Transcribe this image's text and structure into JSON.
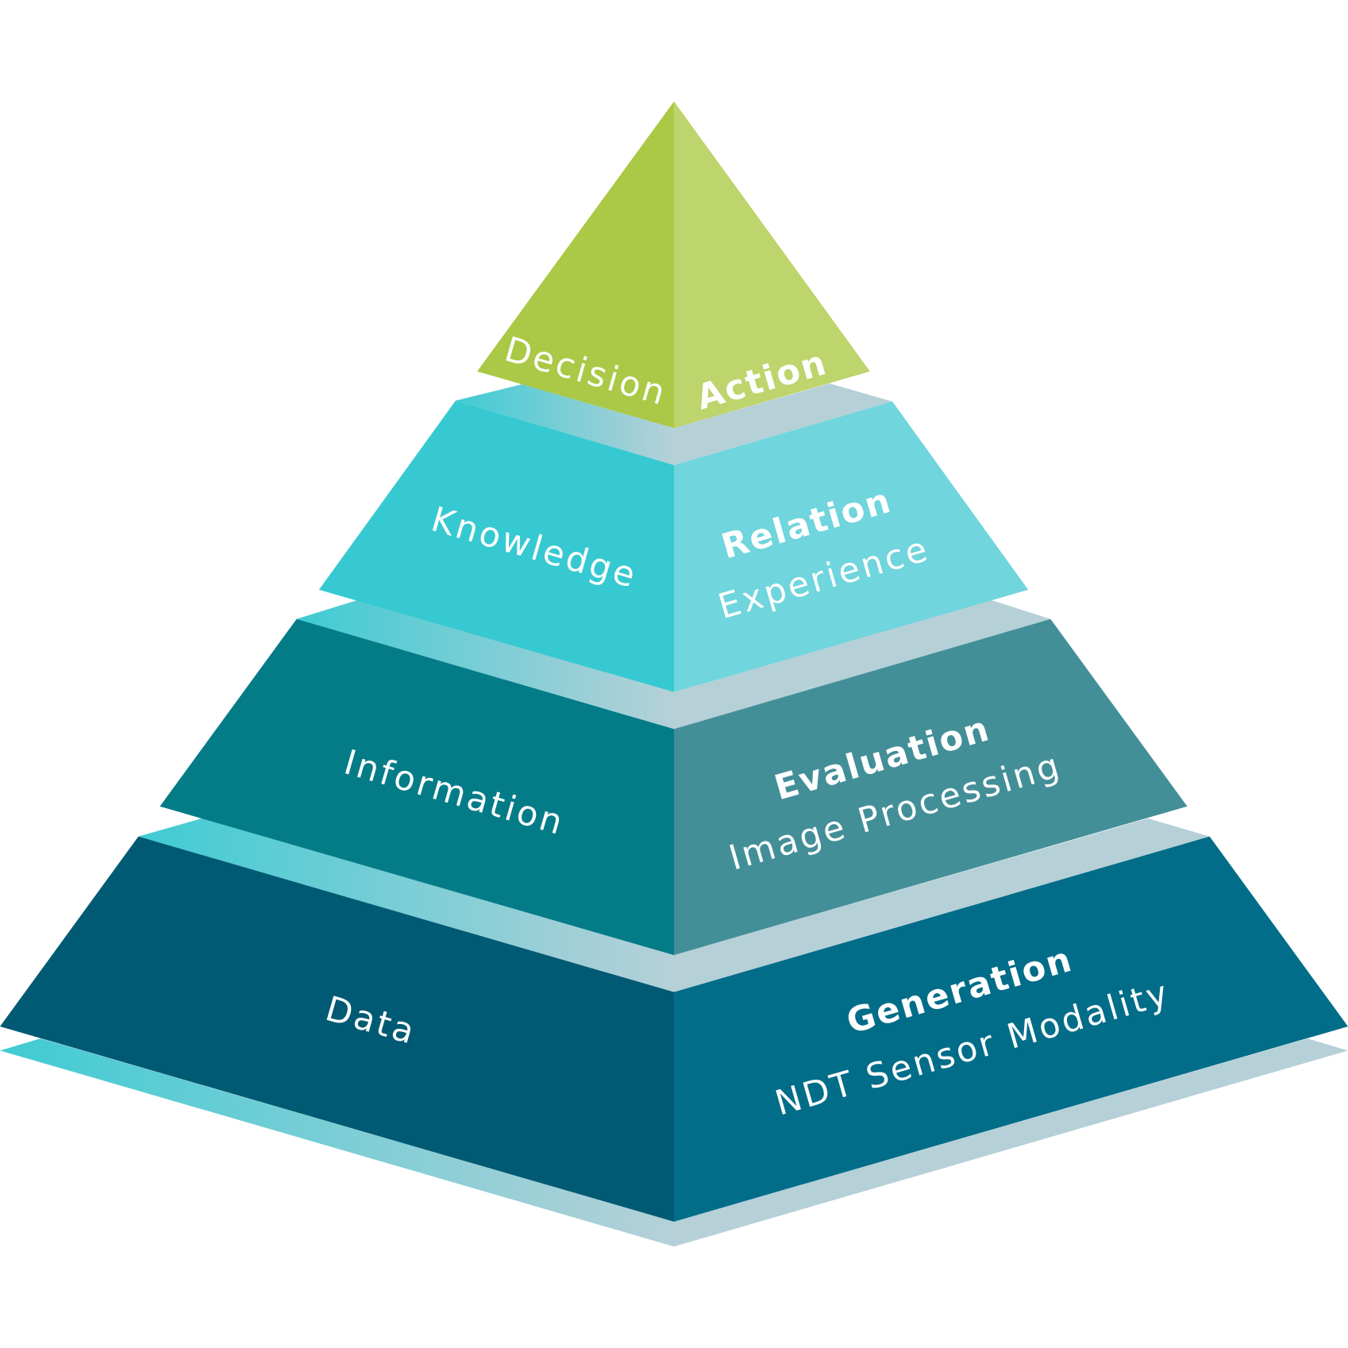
{
  "pyramid": {
    "levels": [
      {
        "left": "Decision",
        "right_bold": "Action",
        "right_sub": ""
      },
      {
        "left": "Knowledge",
        "right_bold": "Relation",
        "right_sub": "Experience"
      },
      {
        "left": "Information",
        "right_bold": "Evaluation",
        "right_sub": "Image Processing"
      },
      {
        "left": "Data",
        "right_bold": "Generation",
        "right_sub": "NDT Sensor Modality"
      }
    ]
  },
  "colors": {
    "top_left": "#abc846",
    "top_right": "#bed46c",
    "l2_left": "#37c9d1",
    "l2_right": "#70d5dc",
    "l3_left": "#037c88",
    "l3_right": "#438f98",
    "l4_left": "#015a73",
    "l4_right": "#026d89",
    "band": "#b6d0d8",
    "band_accent": "#3fcbd3"
  }
}
